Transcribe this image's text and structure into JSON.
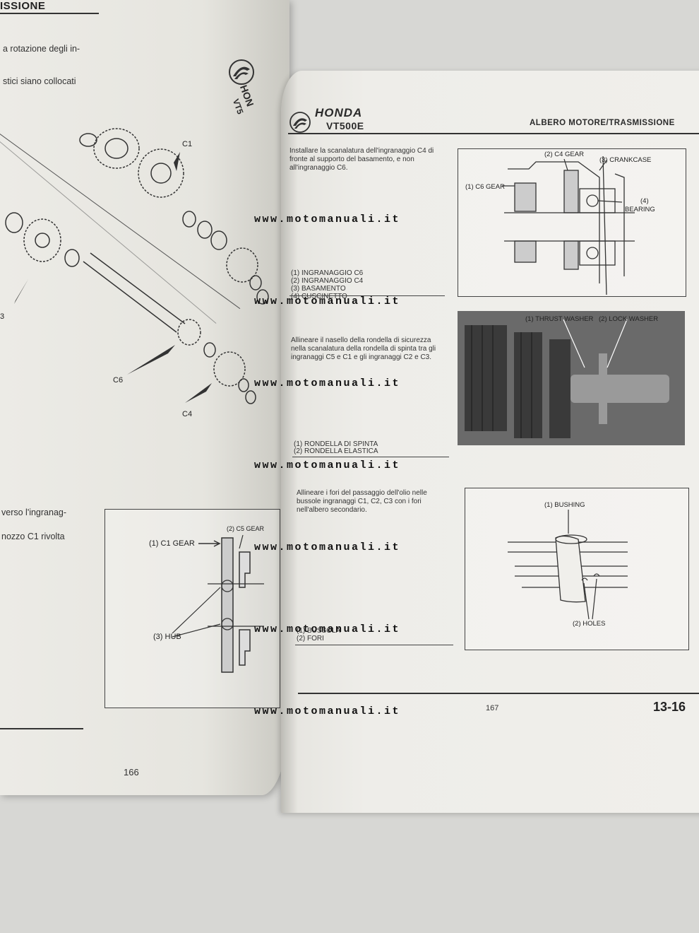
{
  "left_page": {
    "header": "ISSIONE",
    "header_full": "ISSIONE",
    "text_line1": "a rotazione degli in-",
    "text_line2": "stici siano collocati",
    "text_line3": "verso l'ingranag-",
    "text_line4": "nozzo C1 rivolta",
    "honda_tab": "HON",
    "honda_tab2": "VT5",
    "exploded_labels": [
      "C1",
      "C6",
      "C4",
      "3"
    ],
    "box_labels": {
      "c1_gear": "(1) C1 GEAR",
      "c5_gear": "(2) C5 GEAR",
      "hub": "(3)  HUB"
    },
    "page_number": "166"
  },
  "right_page": {
    "brand": "HONDA",
    "model": "VT500E",
    "section_title": "ALBERO MOTORE/TRASMISSIONE",
    "instruction1": "Installare la scanalatura dell'ingranaggio C4 di fronte al supporto del basamento, e non all'ingranaggio C6.",
    "captions1": [
      "(1) INGRANAGGIO C6",
      "(2) INGRANAGGIO C4",
      "(3) BASAMENTO",
      "(4) CUSCINETTO"
    ],
    "diagram1_labels": {
      "c4_gear": "(2) C4 GEAR",
      "crankcase": "(3) CRANKCASE",
      "c6_gear": "(1) C6 GEAR",
      "bearing_num": "(4)",
      "bearing": "BEARING"
    },
    "instruction2": "Allineare il nasello della rondella di sicurezza nella scanalatura della rondella di spinta tra gli ingranaggi C5 e C1 e gli ingranaggi C2 e C3.",
    "photo_labels": {
      "thrust_washer": "(1) THRUST WASHER",
      "lock_washer": "(2) LOCK WASHER"
    },
    "captions2": [
      "(1) RONDELLA DI SPINTA",
      "(2) RONDELLA ELASTICA"
    ],
    "instruction3": "Allineare i fori del passaggio dell'olio nelle bussole ingranaggi C1, C2, C3 con i fori nell'albero secondario.",
    "diagram3_labels": {
      "bushing": "(1) BUSHING",
      "holes": "(2) HOLES"
    },
    "captions3": [
      "(1) BUSSOLA",
      "(2) FORI"
    ],
    "page_number": "167",
    "section_page": "13-16"
  },
  "watermark": "www.motomanuali.it"
}
